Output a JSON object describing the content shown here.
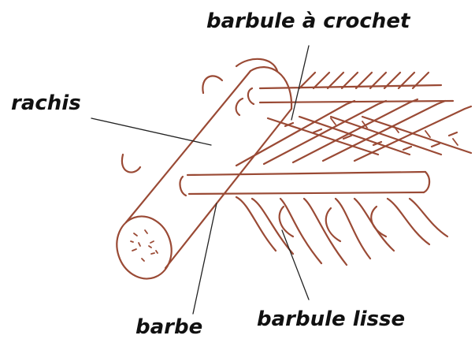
{
  "labels": {
    "barbule_crochet": "barbule à crochet",
    "rachis": "rachis",
    "barbule_lisse": "barbule lisse",
    "barbe": "barbe"
  },
  "colors": {
    "ink": "#9a4a35",
    "leader": "#222222",
    "background": "#ffffff"
  }
}
